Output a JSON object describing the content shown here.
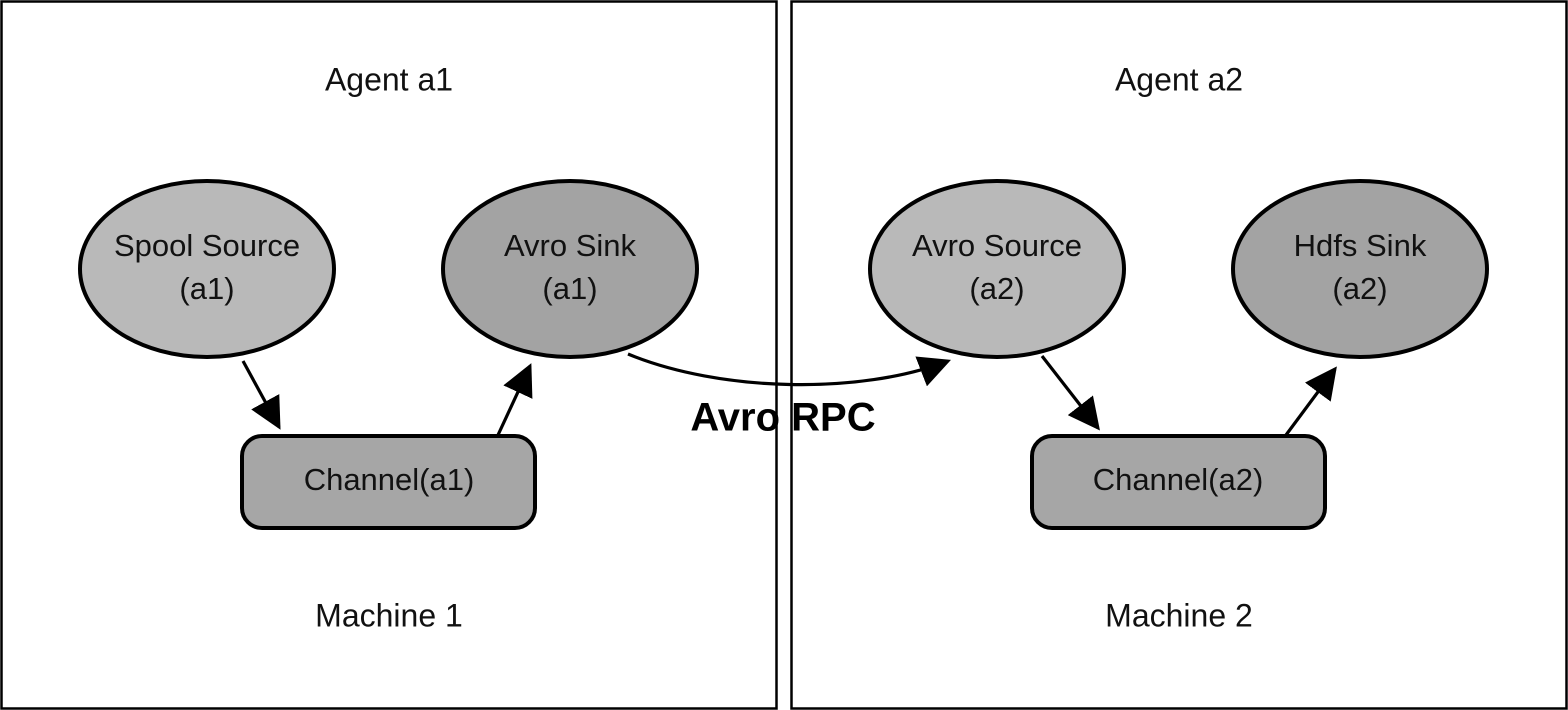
{
  "machines": [
    {
      "name": "Machine 1",
      "agent": "Agent a1",
      "source": {
        "line1": "Spool Source",
        "line2": "(a1)"
      },
      "sink": {
        "line1": "Avro Sink",
        "line2": "(a1)"
      },
      "channel": "Channel(a1)"
    },
    {
      "name": "Machine 2",
      "agent": "Agent a2",
      "source": {
        "line1": "Avro Source",
        "line2": "(a2)"
      },
      "sink": {
        "line1": "Hdfs Sink",
        "line2": "(a2)"
      },
      "channel": "Channel(a2)"
    }
  ],
  "link": {
    "label": "Avro RPC"
  },
  "colors": {
    "node_light": "#b9b9b9",
    "node_dark": "#a3a3a3",
    "channel": "#a6a6a6",
    "line": "#000000",
    "background": "#ffffff"
  }
}
